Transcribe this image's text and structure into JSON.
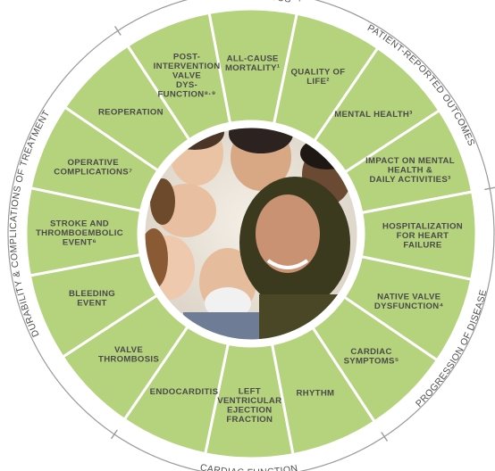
{
  "colors": {
    "segment_fill": "#b5d27d",
    "segment_stroke": "#ffffff",
    "outer_ring": "#9a9a9a",
    "label_text": "#4a4a4a"
  },
  "categories": [
    {
      "label": "Patient Status",
      "visible_text": "…E STATUS"
    },
    {
      "label": "Patient-Reported Outcomes",
      "visible_text": "PATIENT-REPORTED OUTCOMES"
    },
    {
      "label": "Progression of Disease",
      "visible_text": "PROGRESSION OF DISEASE"
    },
    {
      "label": "Cardiac Function",
      "visible_text": "CARDIAC FUNCTION"
    },
    {
      "label": "Durability & Complications of Treatment",
      "visible_text": "DURABILITY & COMPLICATIONS OF TREATMENT"
    }
  ],
  "segments": [
    {
      "lines": [
        "ALL-CAUSE",
        "MORTALITY¹"
      ]
    },
    {
      "lines": [
        "QUALITY OF",
        "LIFE²"
      ]
    },
    {
      "lines": [
        "MENTAL HEALTH³"
      ]
    },
    {
      "lines": [
        "IMPACT ON MENTAL",
        "HEALTH &",
        "DAILY ACTIVITIES³"
      ]
    },
    {
      "lines": [
        "HOSPITALIZATION",
        "FOR HEART",
        "FAILURE"
      ]
    },
    {
      "lines": [
        "NATIVE VALVE",
        "DYSFUNCTION⁴"
      ]
    },
    {
      "lines": [
        "CARDIAC",
        "SYMPTOMS⁵"
      ]
    },
    {
      "lines": [
        "RHYTHM"
      ]
    },
    {
      "lines": [
        "LEFT",
        "VENTRICULAR",
        "EJECTION",
        "FRACTION"
      ]
    },
    {
      "lines": [
        "ENDOCARDITIS"
      ]
    },
    {
      "lines": [
        "VALVE",
        "THROMBOSIS"
      ]
    },
    {
      "lines": [
        "BLEEDING",
        "EVENT"
      ]
    },
    {
      "lines": [
        "STROKE AND",
        "THROMBOEMBOLIC",
        "EVENT⁶"
      ]
    },
    {
      "lines": [
        "OPERATIVE",
        "COMPLICATIONS⁷"
      ]
    },
    {
      "lines": [
        "REOPERATION"
      ]
    },
    {
      "lines": [
        "POST-",
        "INTERVENTION",
        "VALVE",
        "DYS-",
        "FUNCTION⁸·⁹"
      ]
    }
  ],
  "center_image": {
    "icon": "group-of-diverse-people-photo"
  }
}
